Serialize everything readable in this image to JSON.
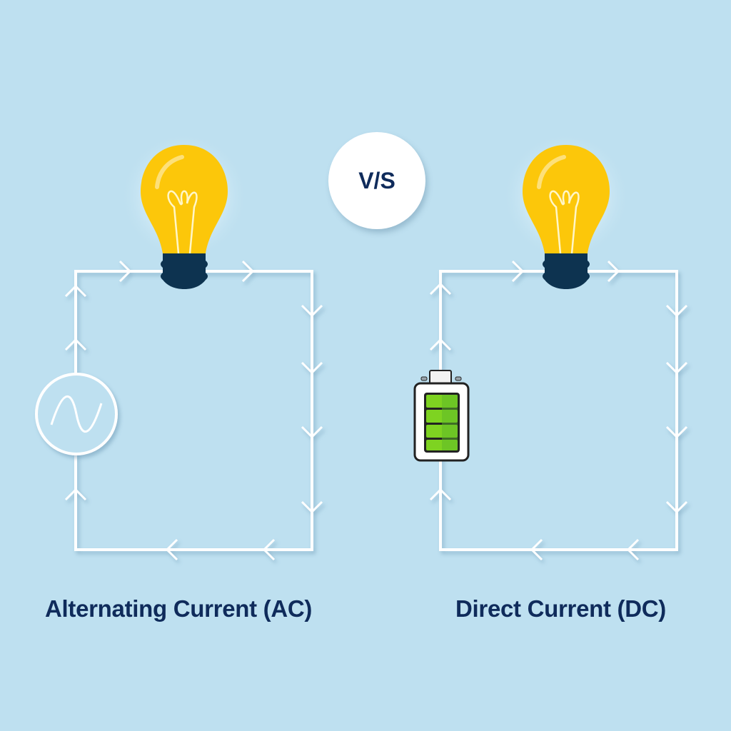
{
  "vs_label": "V/S",
  "ac": {
    "label": "Alternating Current (AC)"
  },
  "dc": {
    "label": "Direct Current (DC)"
  },
  "colors": {
    "background": "#bee0f0",
    "wire": "#ffffff",
    "bulb": "#fcc70a",
    "bulb_base": "#0d3350",
    "battery_green": "#7ed321",
    "text": "#0f2b5b"
  }
}
